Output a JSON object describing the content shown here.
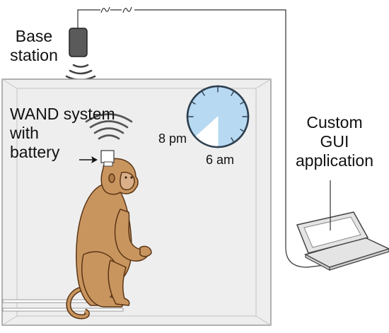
{
  "labels": {
    "base_station_line1": "Base",
    "base_station_line2": "station",
    "wand_line1": "WAND system",
    "wand_line2": "with",
    "wand_line3": "battery",
    "time_start": "8 pm",
    "time_end": "6 am",
    "gui_line1": "Custom",
    "gui_line2": "GUI",
    "gui_line3": "application"
  },
  "schedule": {
    "start": "8 pm",
    "end": "6 am",
    "off_fraction_of_dial": 0.1
  },
  "colors": {
    "clock_face": "#b7d9f2",
    "clock_rim": "#2f4050",
    "monkey_fur": "#c9955f",
    "monkey_outline": "#5a3515",
    "enclosure_fill": "#eeeeee",
    "enclosure_line": "#9a9a9a",
    "base_station": "#5a5a5a",
    "cable": "#333333"
  },
  "icons": {
    "base_station": "base-station-device-icon",
    "wireless": "wireless-signal-icon",
    "clock": "clock-icon",
    "laptop": "laptop-icon",
    "monkey": "monkey-illustration"
  }
}
